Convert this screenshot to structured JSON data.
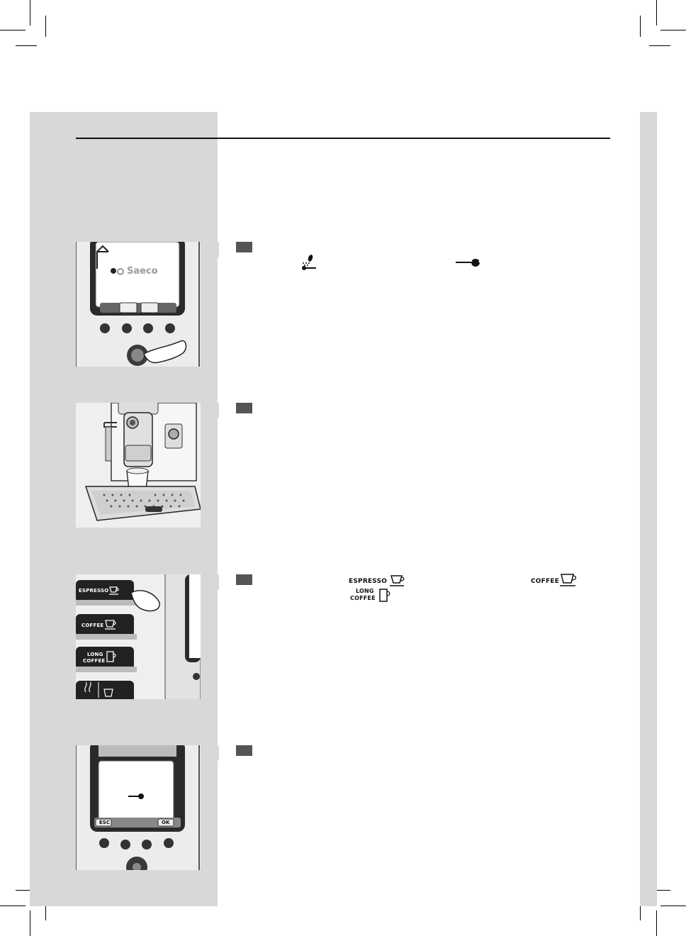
{
  "steps": [
    {
      "number": "",
      "figure": "machine-display-saeco"
    },
    {
      "number": "",
      "figure": "espresso-cup-under-dispenser"
    },
    {
      "number": "",
      "figure": "beverage-buttons"
    },
    {
      "number": "",
      "figure": "display-ground-coffee"
    }
  ],
  "figures": {
    "display_logo": "Saeco",
    "beverage_buttons": {
      "espresso": "ESPRESSO",
      "coffee": "COFFEE",
      "long_coffee_line1": "LONG",
      "long_coffee_line2": "COFFEE"
    },
    "display_buttons": {
      "esc": "ESC",
      "ok": "OK"
    }
  },
  "inline_labels": {
    "espresso": "ESPRESSO",
    "coffee": "COFFEE",
    "long_coffee_line1": "LONG",
    "long_coffee_line2": "COFFEE"
  },
  "colors": {
    "sidebar": "#d8d8d8",
    "step_box": "#555555",
    "rule": "#111111"
  },
  "icons": [
    "pre-ground-coffee-icon",
    "ground-coffee-scoop-icon",
    "espresso-cup-icon",
    "coffee-cup-icon",
    "long-coffee-mug-icon"
  ]
}
